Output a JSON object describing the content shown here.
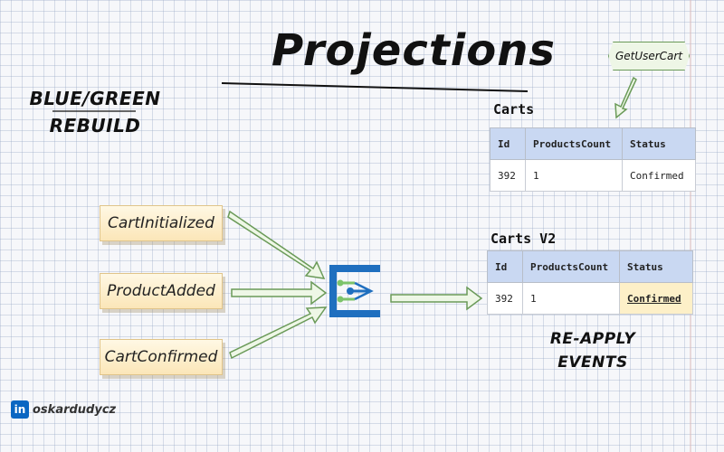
{
  "title": "Projections",
  "strategy_label": {
    "line1": "BLUE/GREEN",
    "line2": "REBUILD"
  },
  "events": [
    "CartInitialized",
    "ProductAdded",
    "CartConfirmed"
  ],
  "query": "GetUserCart",
  "tables": [
    {
      "title": "Carts",
      "columns": [
        "Id",
        "ProductsCount",
        "Status"
      ],
      "rows": [
        [
          "392",
          "1",
          "Confirmed"
        ]
      ]
    },
    {
      "title": "Carts V2",
      "columns": [
        "Id",
        "ProductsCount",
        "Status"
      ],
      "rows": [
        [
          "392",
          "1",
          "Confirmed"
        ]
      ]
    }
  ],
  "reapply_label": {
    "line1": "RE-APPLY",
    "line2": "EVENTS"
  },
  "author": {
    "icon": "in",
    "name": "oskardudycz"
  },
  "colors": {
    "arrow_fill": "#eef7e6",
    "arrow_stroke": "#6a9a58",
    "processor_blue": "#1f6fbf",
    "processor_green": "#7cc36b",
    "header_blue": "#c9d8f2",
    "highlight_yellow": "#fdf0c8",
    "event_yellow": "#fbe6b8"
  }
}
